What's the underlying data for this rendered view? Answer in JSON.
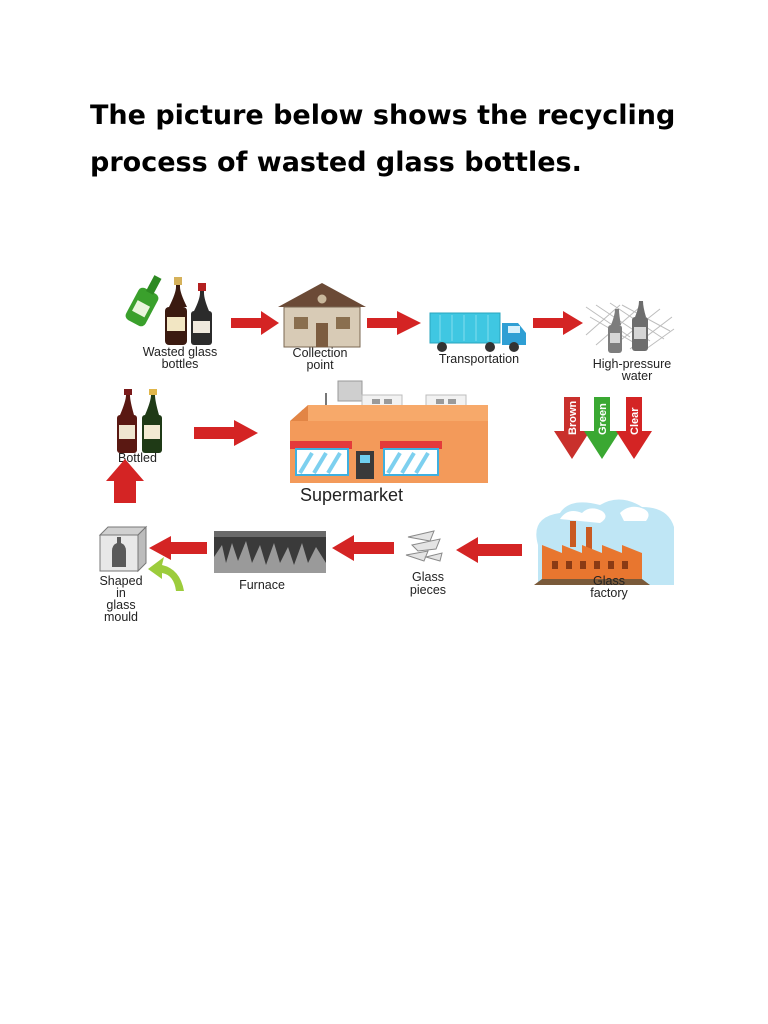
{
  "heading": {
    "line1": "The picture below shows the recycling",
    "line2": "process of wasted glass bottles."
  },
  "diagram": {
    "stages": {
      "wasted_glass_bottles": [
        "Wasted glass",
        "bottles"
      ],
      "collection_point": [
        "Collection",
        "point"
      ],
      "transportation": [
        "Transportation"
      ],
      "high_pressure_water": [
        "High-pressure",
        "water"
      ],
      "sorting_colors": [
        "Brown",
        "Green",
        "Clear"
      ],
      "bottled": [
        "Bottled"
      ],
      "supermarket": [
        "Supermarket"
      ],
      "glass_factory": [
        "Glass",
        "factory"
      ],
      "glass_pieces": [
        "Glass",
        "pieces"
      ],
      "furnace": [
        "Furnace"
      ],
      "shaped_in_glass_mould": [
        "Shaped",
        "in",
        "glass",
        "mould"
      ]
    },
    "colors": {
      "arrow_red": "#d42424",
      "arrow_brown": "#c9302c",
      "arrow_green": "#3aa832",
      "arrow_clear": "#d42424",
      "curved_arrow": "#9ccc3c",
      "store_orange": "#f39a5a",
      "store_awning": "#e43a3a",
      "truck_cyan": "#3fc7e2",
      "sky_blue": "#bfe6f5",
      "factory_orange": "#e8762f"
    }
  }
}
